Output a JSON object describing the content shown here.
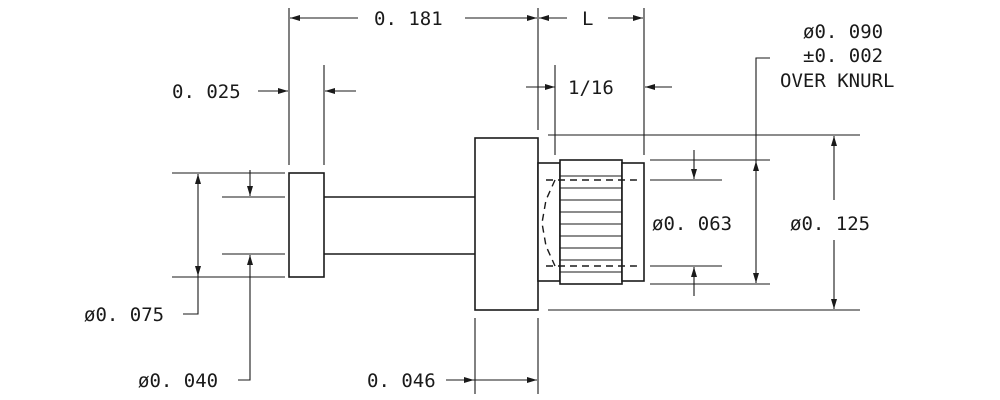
{
  "labels": {
    "len_0181": "0. 181",
    "len_L": "L",
    "len_1_16": "1/16",
    "thk_0025": "0. 025",
    "dia_0090": "ø0. 090",
    "tol_0002": "±0. 002",
    "over_knurl": "OVER KNURL",
    "dia_0063": "ø0. 063",
    "dia_0125": "ø0. 125",
    "dia_0075": "ø0. 075",
    "dia_0040": "ø0. 040",
    "len_0046": "0. 046"
  }
}
